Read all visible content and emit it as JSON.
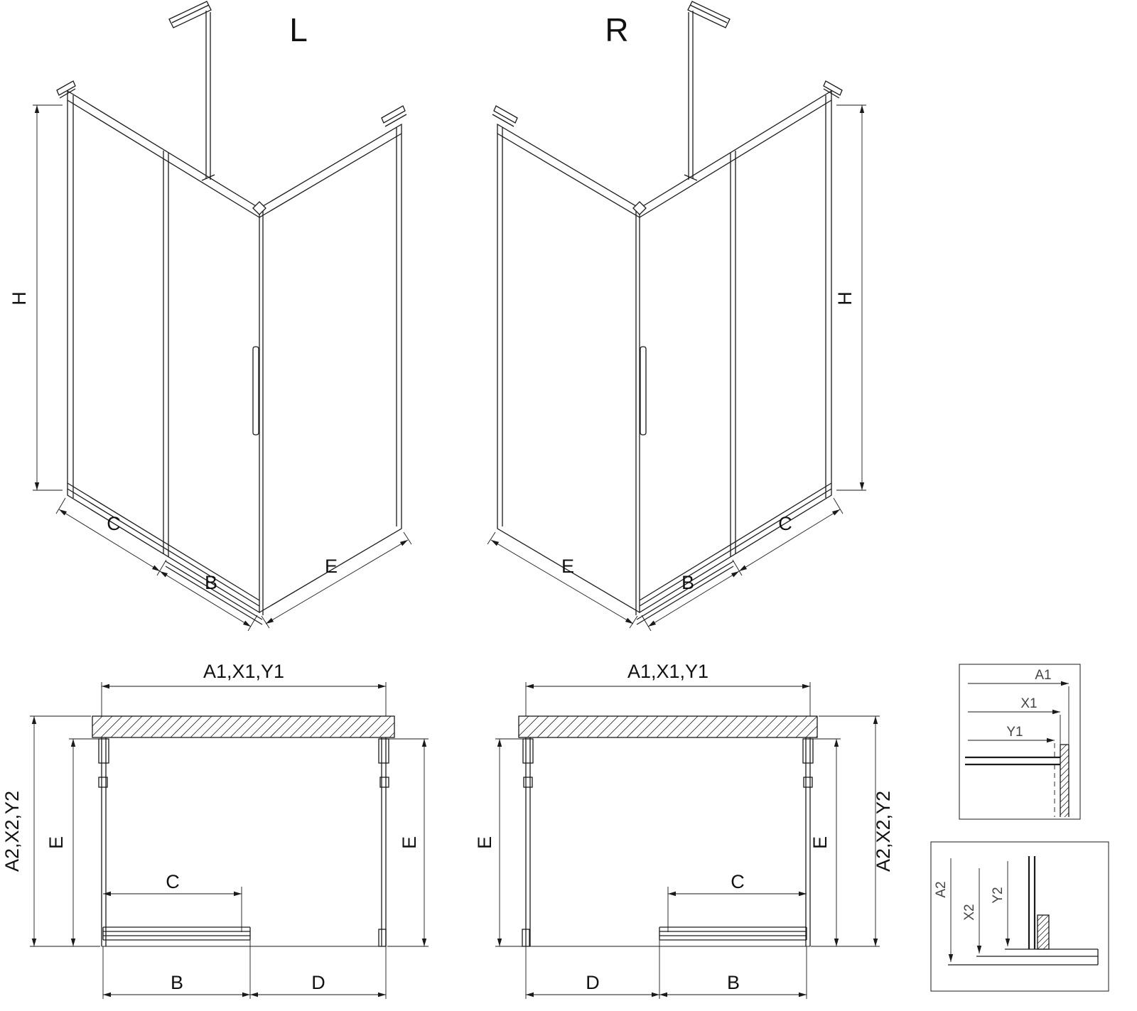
{
  "views": {
    "iso_left": {
      "label": "L",
      "h": "H",
      "c": "C",
      "b": "B",
      "e": "E"
    },
    "iso_right": {
      "label": "R",
      "h": "H",
      "c": "C",
      "b": "B",
      "e": "E"
    },
    "plan_left": {
      "top": "A1,X1,Y1",
      "side": "A2,X2,Y2",
      "e_left": "E",
      "e_right": "E",
      "c": "C",
      "b": "B",
      "d": "D"
    },
    "plan_right": {
      "top": "A1,X1,Y1",
      "side": "A2,X2,Y2",
      "e_left": "E",
      "e_right": "E",
      "c": "C",
      "b": "B",
      "d": "D"
    },
    "detail_top": {
      "a1": "A1",
      "x1": "X1",
      "y1": "Y1"
    },
    "detail_bottom": {
      "a2": "A2",
      "x2": "X2",
      "y2": "Y2"
    }
  }
}
